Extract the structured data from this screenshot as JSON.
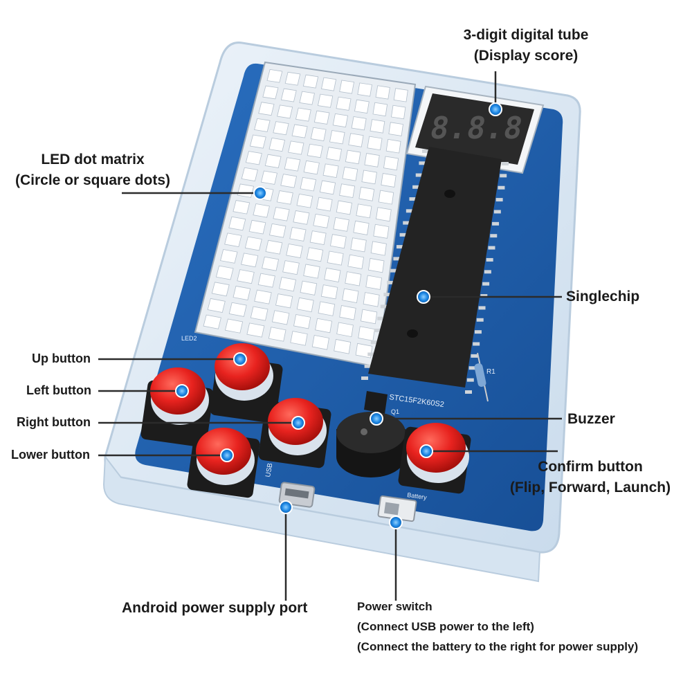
{
  "labels": {
    "digital_tube": {
      "title": "3-digit digital tube",
      "sub": "(Display score)"
    },
    "led_matrix": {
      "title": "LED dot matrix",
      "sub": "(Circle or square dots)"
    },
    "singlechip": "Singlechip",
    "up_button": "Up button",
    "left_button": "Left button",
    "right_button": "Right button",
    "lower_button": "Lower button",
    "buzzer": "Buzzer",
    "confirm_button": {
      "title": "Confirm button",
      "sub": "(Flip, Forward, Launch)"
    },
    "android_port": "Android power supply port",
    "power_switch": {
      "title": "Power switch",
      "line1": "(Connect USB power to the left)",
      "line2": "(Connect the battery to the right for power supply)"
    }
  },
  "board": {
    "display_digits": "8.8.8",
    "chip_marking": "STC15F2K60S2",
    "matrix_marking": "LED2",
    "usb_marking": "USB",
    "battery_marking": "Battery",
    "resistor_marking": "R1",
    "transistor_marking": "Q1"
  },
  "colors": {
    "pcb": "#1f5fae",
    "button_red": "#e8231f",
    "pointer_dot": "#1e88e5",
    "chip": "#222222",
    "case": "#dfe9f3"
  }
}
